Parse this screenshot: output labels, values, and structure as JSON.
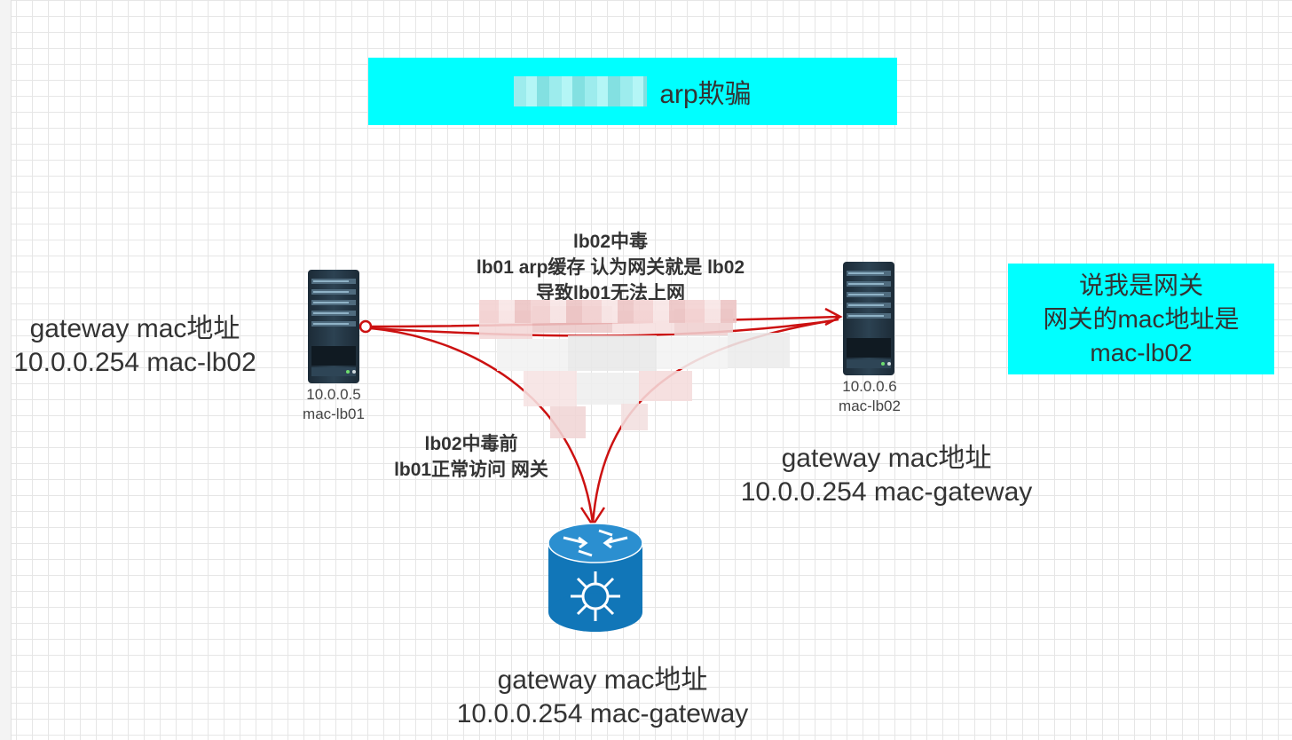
{
  "title": {
    "text": "arp欺骗"
  },
  "callout": {
    "line1": "说我是网关",
    "line2": "网关的mac地址是",
    "line3": "mac-lb02"
  },
  "left_cache": {
    "line1": "gateway mac地址",
    "line2": "10.0.0.254 mac-lb02"
  },
  "right_cache": {
    "line1": "gateway mac地址",
    "line2": "10.0.0.254 mac-gateway"
  },
  "bottom_cache": {
    "line1": "gateway mac地址",
    "line2": "10.0.0.254 mac-gateway"
  },
  "lb01": {
    "ip": "10.0.0.5",
    "mac": "mac-lb01"
  },
  "lb02": {
    "ip": "10.0.0.6",
    "mac": "mac-lb02"
  },
  "poison_note": {
    "line1": "lb02中毒",
    "line2": "lb01 arp缓存 认为网关就是 lb02",
    "line3": "导致lb01无法上网"
  },
  "normal_note": {
    "line1": "lb02中毒前",
    "line2": "lb01正常访问 网关"
  },
  "colors": {
    "accent": "#00ffff",
    "edge": "#cc1111",
    "server": "#243746",
    "router": "#1176b8"
  },
  "icons": {
    "server": "server-icon",
    "router": "router-icon"
  }
}
